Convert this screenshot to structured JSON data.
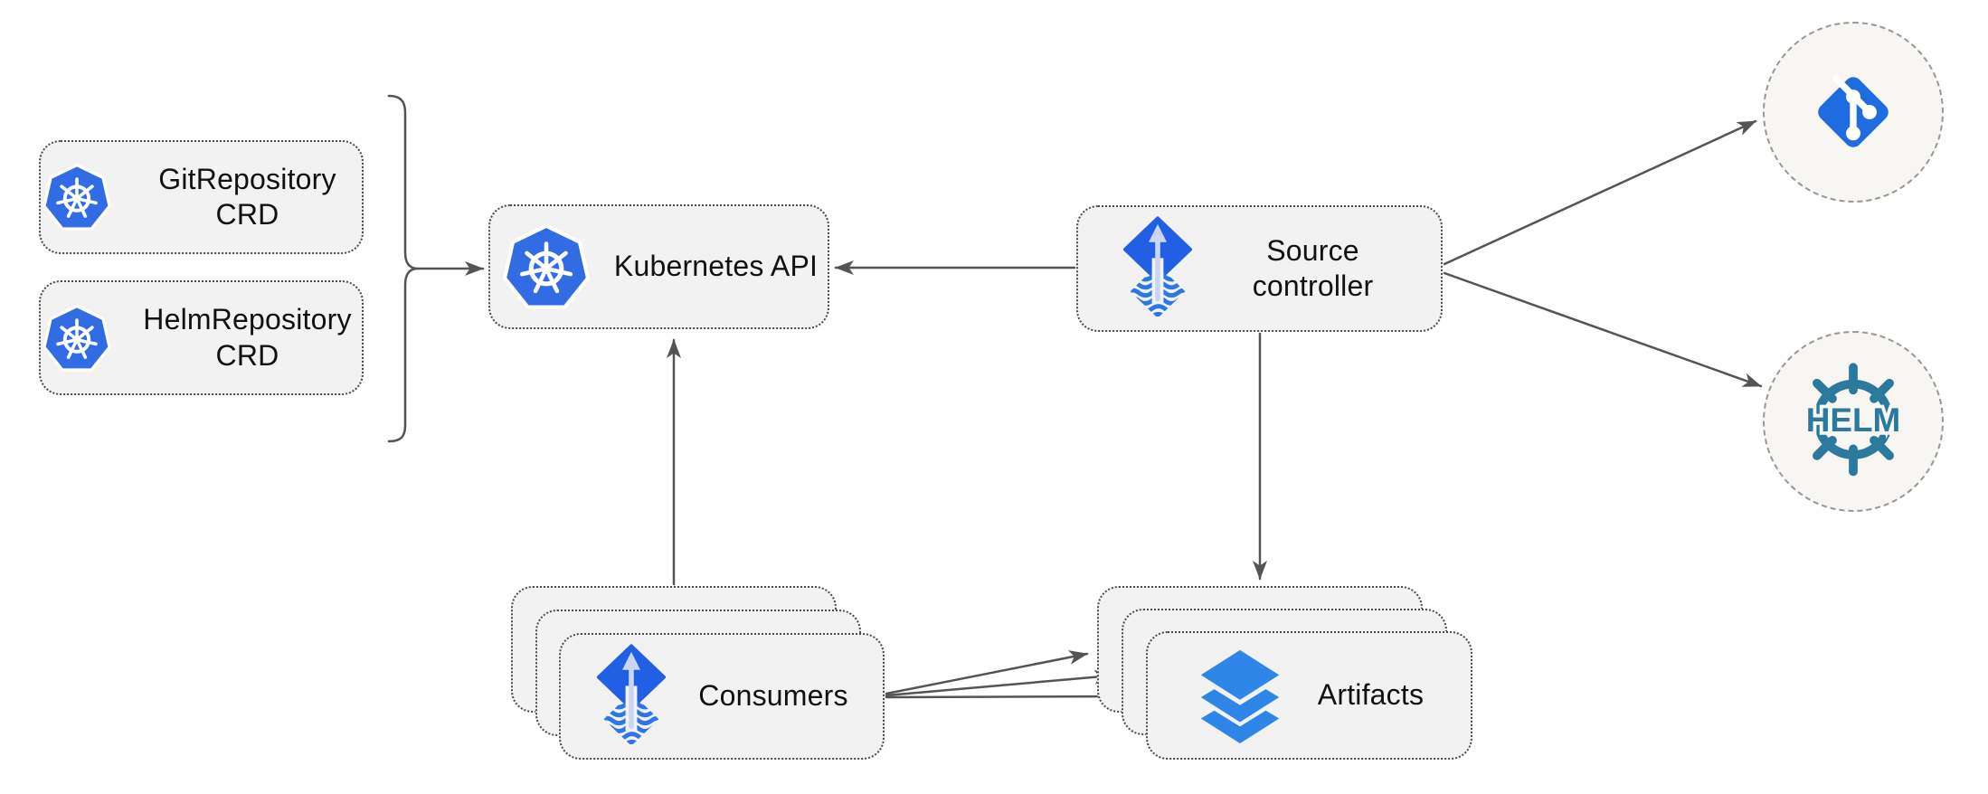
{
  "nodes": {
    "git_crd": {
      "label": "GitRepository CRD",
      "icon": "kubernetes-icon"
    },
    "helm_crd": {
      "label": "HelmRepository CRD",
      "icon": "kubernetes-icon"
    },
    "k8s_api": {
      "label": "Kubernetes API",
      "icon": "kubernetes-icon"
    },
    "source_controller": {
      "label": "Source controller",
      "icon": "flux-icon"
    },
    "consumers": {
      "label": "Consumers",
      "icon": "flux-icon",
      "stack_count": 3
    },
    "artifacts": {
      "label": "Artifacts",
      "icon": "layers-icon",
      "stack_count": 3
    },
    "git_provider": {
      "icon": "git-icon"
    },
    "helm_provider": {
      "icon": "helm-icon",
      "logo_text": "HELM"
    }
  },
  "edges": [
    {
      "from": "git_crd",
      "to": "k8s_api",
      "via": "brace",
      "arrow": true
    },
    {
      "from": "helm_crd",
      "to": "k8s_api",
      "via": "brace",
      "arrow": true
    },
    {
      "from": "source_controller",
      "to": "k8s_api",
      "arrow": true
    },
    {
      "from": "source_controller",
      "to": "git_provider",
      "arrow": true
    },
    {
      "from": "source_controller",
      "to": "helm_provider",
      "arrow": true
    },
    {
      "from": "source_controller",
      "to": "artifacts",
      "arrow": true
    },
    {
      "from": "consumers",
      "to": "k8s_api",
      "arrow": true
    },
    {
      "from": "consumers",
      "to": "artifacts",
      "arrow": true,
      "count": 3
    }
  ],
  "colors": {
    "background": "#ffffff",
    "node_fill": "#f2f2f2",
    "node_border": "#4a4a4a",
    "circle_fill": "#f8f6f2",
    "circle_border": "#979797",
    "arrow_gray": "#545454",
    "label_color": "#111111",
    "k8s_blue": "#326ce5",
    "flux_blue": "#2160e4",
    "flux_wave": "#2e76e8",
    "flux_arrow": "#c9d7f4",
    "git_blue": "#1f6ce0",
    "helm_teal": "#2b7a9e",
    "layers_blue": "#2e86e8"
  }
}
